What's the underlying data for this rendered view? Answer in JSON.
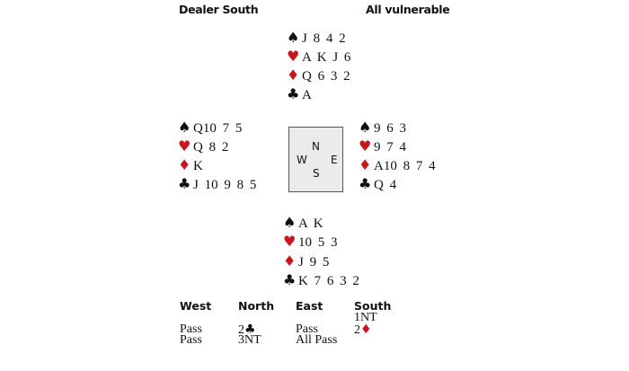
{
  "header": {
    "dealer": "Dealer South",
    "vulnerability": "All vulnerable"
  },
  "colors": {
    "red": "#c8161d",
    "black": "#111111",
    "compass_bg": "#ebebeb"
  },
  "suits": {
    "spades": "♠",
    "hearts": "♥",
    "diamonds": "♦",
    "clubs": "♣"
  },
  "hands": {
    "north": {
      "spades": "J 8 4 2",
      "hearts": "A K J 6",
      "diamonds": "Q 6 3 2",
      "clubs": "A"
    },
    "west": {
      "spades": "Q10 7 5",
      "hearts": "Q 8 2",
      "diamonds": "K",
      "clubs": "J 10 9 8 5"
    },
    "east": {
      "spades": "9 6 3",
      "hearts": "9 7 4",
      "diamonds": "A10 8 7 4",
      "clubs": "Q 4"
    },
    "south": {
      "spades": "A K",
      "hearts": "10 5 3",
      "diamonds": "J 9 5",
      "clubs": "K 7 6 3 2"
    }
  },
  "compass": {
    "n": "N",
    "w": "W",
    "e": "E",
    "s": "S"
  },
  "auction": {
    "headers": [
      "West",
      "North",
      "East",
      "South"
    ],
    "west": [
      "",
      "Pass",
      "Pass"
    ],
    "north": [
      "",
      {
        "level": "2",
        "suit": "♣"
      },
      "3NT"
    ],
    "east": [
      "",
      "Pass",
      "All Pass"
    ],
    "south": [
      "1NT",
      {
        "level": "2",
        "suit": "♦"
      }
    ]
  }
}
